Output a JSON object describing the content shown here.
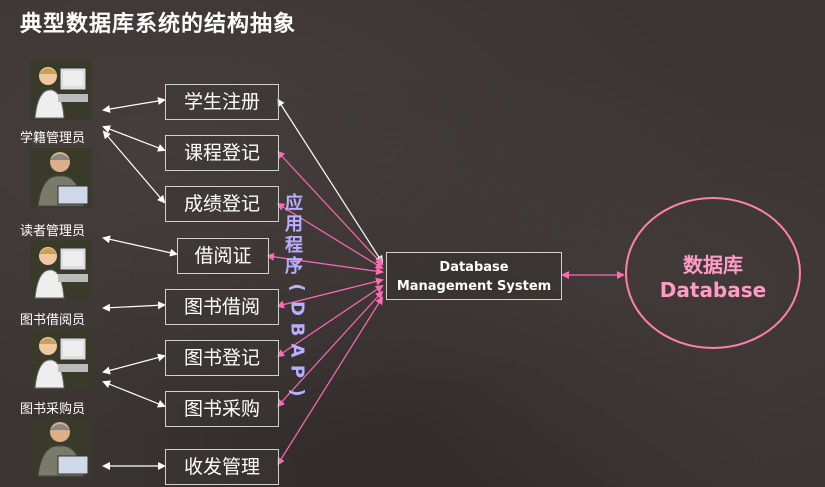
{
  "title": "典型数据库系统的结构抽象",
  "apps": [
    "学生注册",
    "课程登记",
    "成绩登记",
    "借阅证",
    "图书借阅",
    "图书登记",
    "图书采购",
    "收发管理"
  ],
  "roles": [
    "学籍管理员",
    "读者管理员",
    "图书借阅员",
    "图书采购员"
  ],
  "app_label_chars": [
    "应",
    "用",
    "程",
    "序",
    "(",
    "D",
    "B",
    "A",
    "P",
    ")"
  ],
  "dbms": {
    "line1": "Database",
    "line2": "Management System"
  },
  "database": {
    "zh": "数据库",
    "en": "Database"
  },
  "colors": {
    "pink": "#ff69b4",
    "white": "#ffffff",
    "db_text": "#ff9bc4",
    "app_label": "#b8b0ff"
  }
}
